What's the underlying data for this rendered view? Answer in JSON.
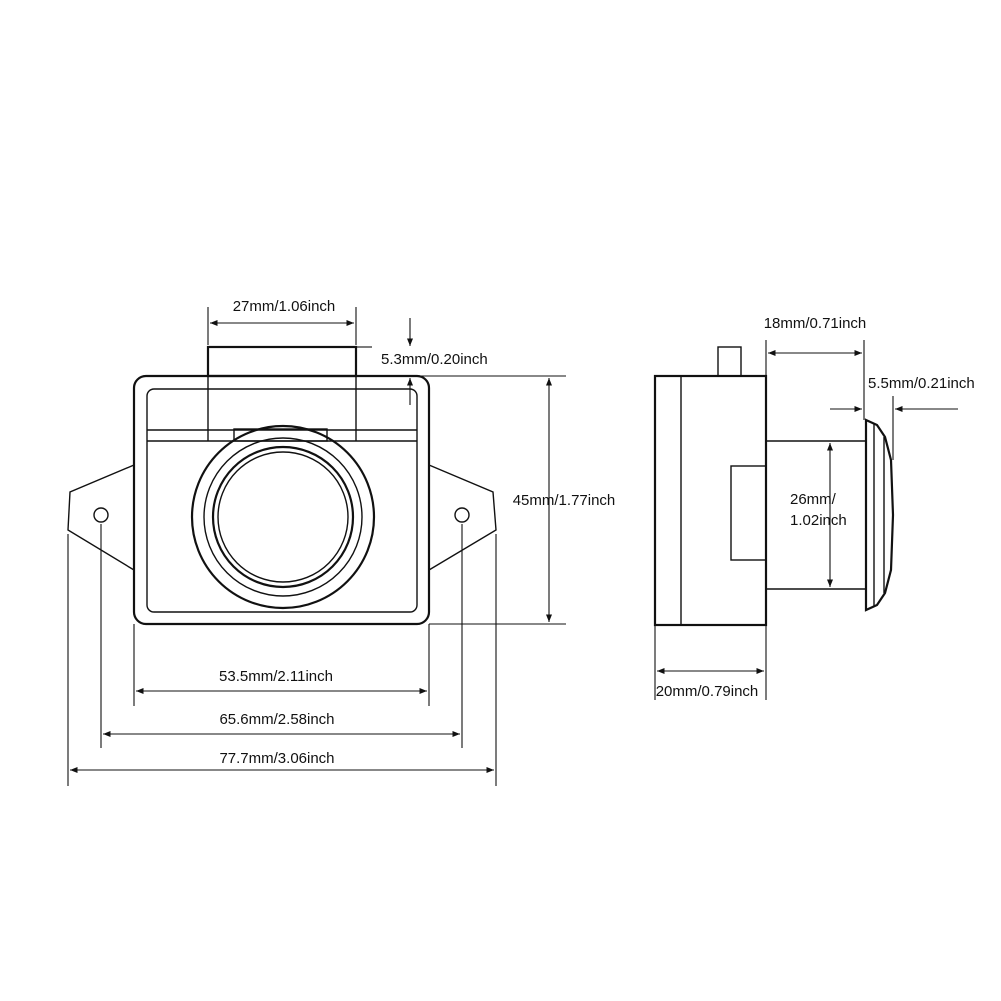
{
  "dimensions": {
    "top_width": "27mm/1.06inch",
    "top_height": "5.3mm/0.20inch",
    "body_height": "45mm/1.77inch",
    "body_width": "53.5mm/2.11inch",
    "hole_spacing": "65.6mm/2.58inch",
    "overall_width": "77.7mm/3.06inch",
    "side_depth_top": "18mm/0.71inch",
    "flange_thickness": "5.5mm/0.21inch",
    "button_diameter_line1": "26mm/",
    "button_diameter_line2": "1.02inch",
    "side_depth_bottom": "20mm/0.79inch"
  }
}
